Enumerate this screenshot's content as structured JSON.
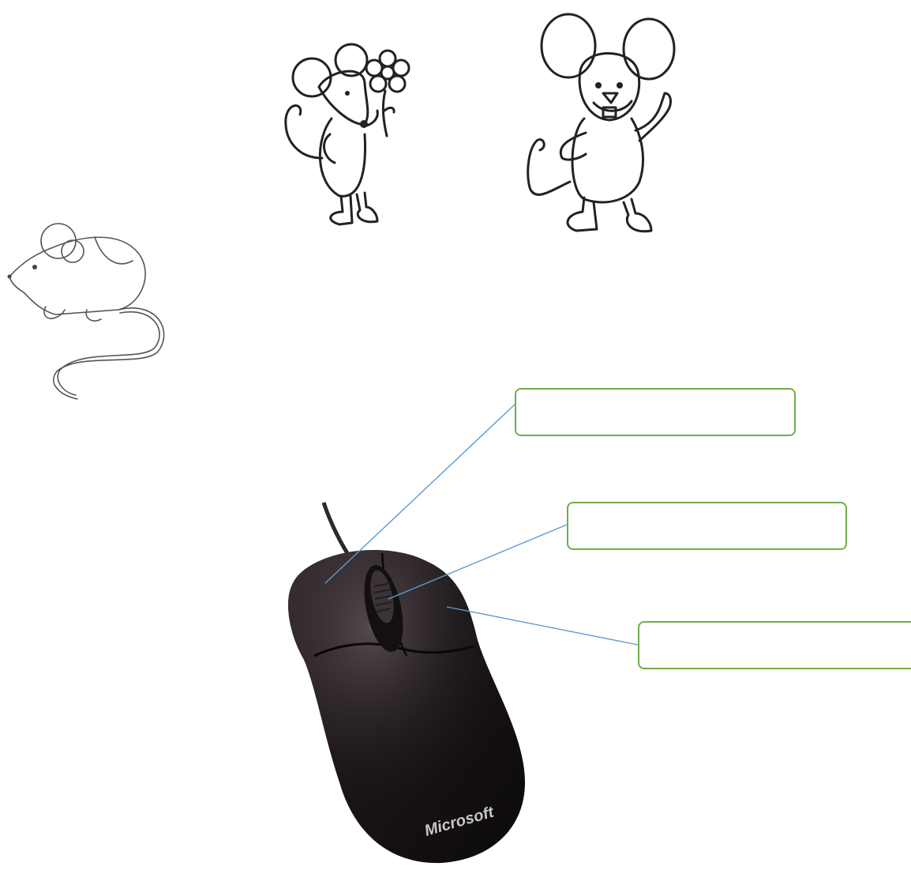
{
  "worksheet": {
    "label_boxes": [
      {
        "id": "box-1",
        "text": ""
      },
      {
        "id": "box-2",
        "text": ""
      },
      {
        "id": "box-3",
        "text": ""
      }
    ],
    "mouse_brand": "Microsoft"
  },
  "colors": {
    "box_border": "#70ad47",
    "leader_line": "#5b9bd5",
    "mouse_body": "#1b1517"
  },
  "icons": [
    "cartoon-mouse-with-flower",
    "cartoon-mouse-waving",
    "sketched-mouse-lying",
    "computer-mouse"
  ]
}
